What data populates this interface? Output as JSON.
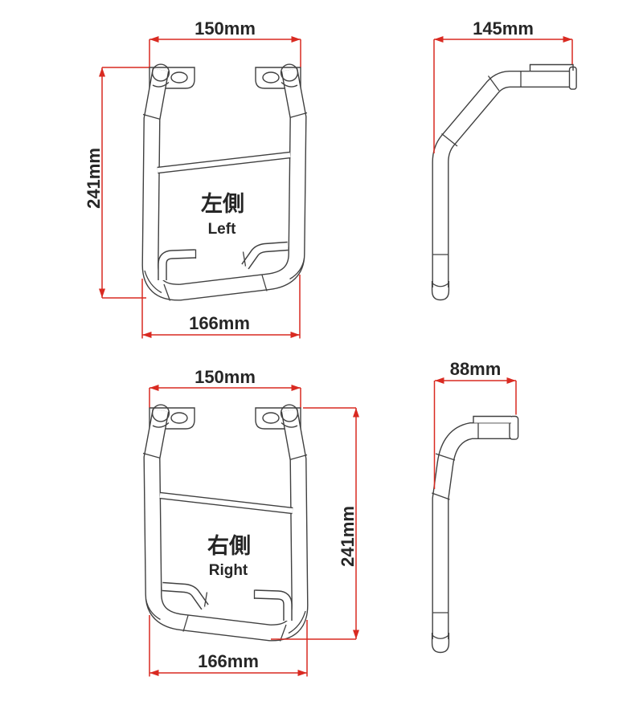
{
  "diagram": {
    "background": "#ffffff",
    "colors": {
      "dimension_red": "#d92a21",
      "drawing_line": "#404040",
      "text": "#262626"
    },
    "left_front": {
      "label_ja": "左側",
      "label_en": "Left",
      "dim_top": "150mm",
      "dim_height": "241mm",
      "dim_bottom": "166mm"
    },
    "left_side": {
      "dim_depth": "145mm"
    },
    "right_front": {
      "label_ja": "右側",
      "label_en": "Right",
      "dim_top": "150mm",
      "dim_height": "241mm",
      "dim_bottom": "166mm"
    },
    "right_side": {
      "dim_depth": "88mm"
    }
  }
}
